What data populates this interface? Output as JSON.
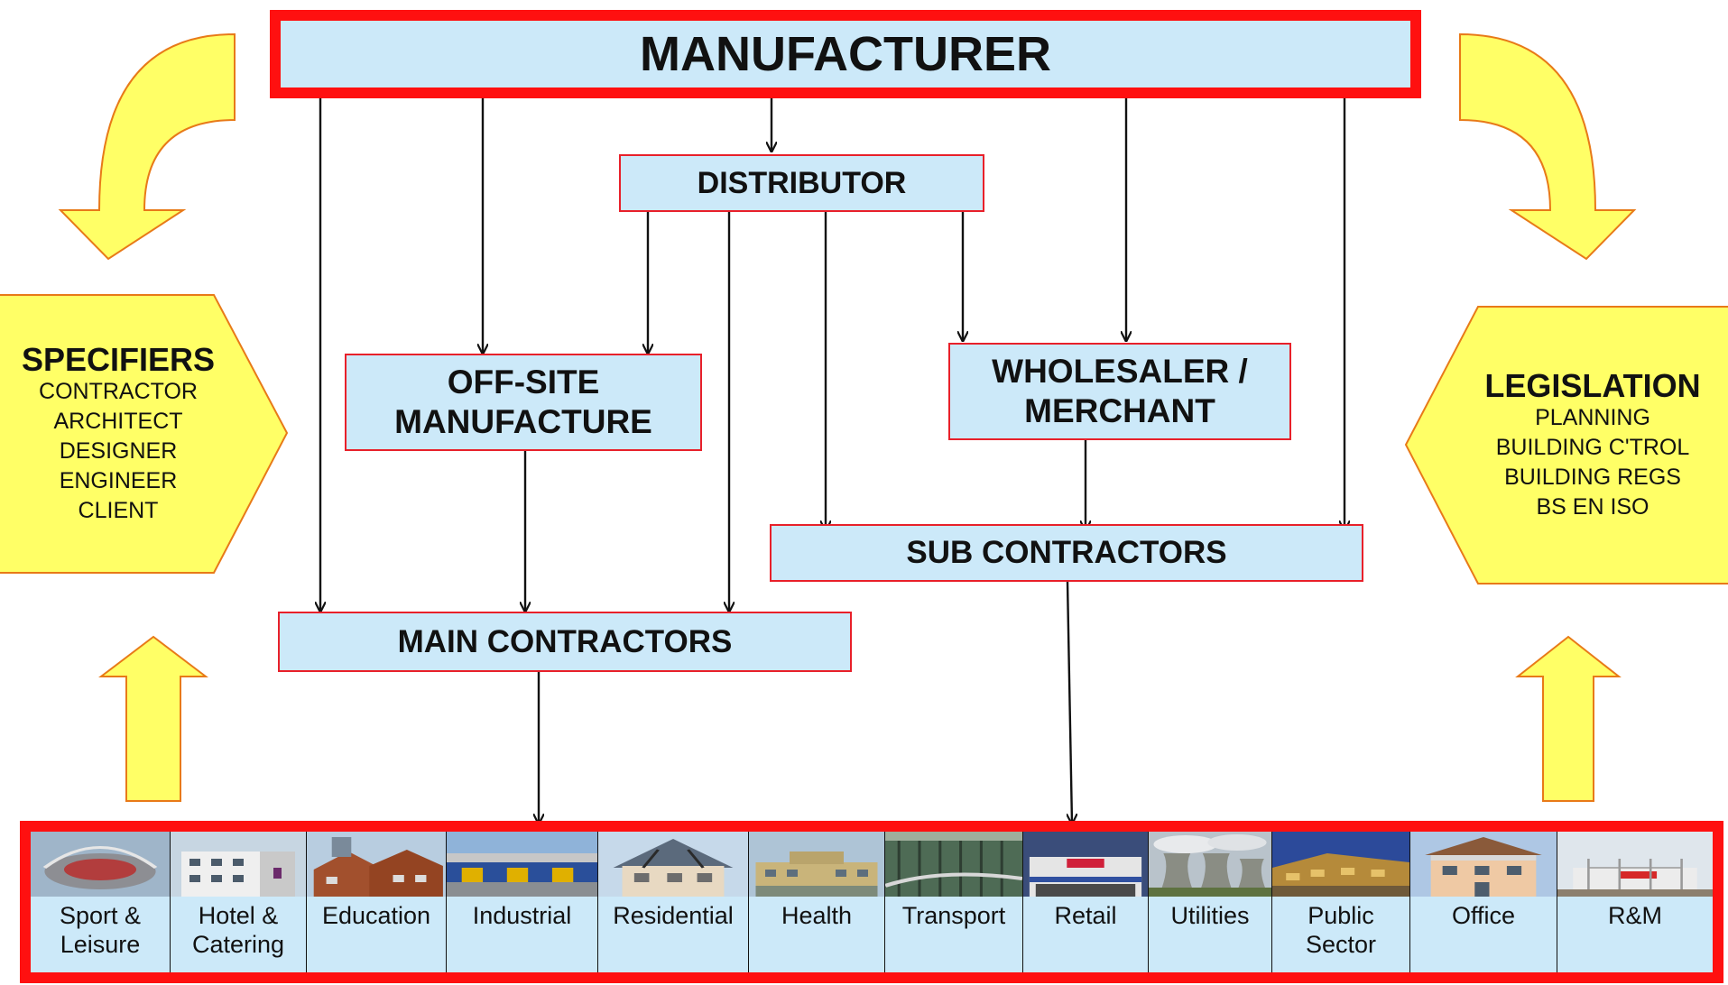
{
  "diagram": {
    "manufacturer": "MANUFACTURER",
    "distributor": "DISTRIBUTOR",
    "offsite": [
      "OFF-SITE",
      "MANUFACTURE"
    ],
    "wholesaler": [
      "WHOLESALER /",
      "MERCHANT"
    ],
    "sub_contractors": "SUB CONTRACTORS",
    "main_contractors": "MAIN CONTRACTORS"
  },
  "specifiers": {
    "title": "SPECIFIERS",
    "items": [
      "CONTRACTOR",
      "ARCHITECT",
      "DESIGNER",
      "ENGINEER",
      "CLIENT"
    ]
  },
  "legislation": {
    "title": "LEGISLATION",
    "items": [
      "PLANNING",
      "BUILDING C'TROL",
      "BUILDING REGS",
      "BS EN ISO"
    ]
  },
  "sectors": [
    {
      "label": [
        "Sport &",
        "Leisure"
      ],
      "icon": "stadium-photo"
    },
    {
      "label": [
        "Hotel &",
        "Catering"
      ],
      "icon": "hotel-photo"
    },
    {
      "label": [
        "Education"
      ],
      "icon": "school-photo"
    },
    {
      "label": [
        "Industrial"
      ],
      "icon": "warehouse-photo"
    },
    {
      "label": [
        "Residential"
      ],
      "icon": "house-photo"
    },
    {
      "label": [
        "Health"
      ],
      "icon": "hospital-photo"
    },
    {
      "label": [
        "Transport"
      ],
      "icon": "station-photo"
    },
    {
      "label": [
        "Retail"
      ],
      "icon": "store-photo"
    },
    {
      "label": [
        "Utilities"
      ],
      "icon": "cooling-towers-photo"
    },
    {
      "label": [
        "Public",
        "Sector"
      ],
      "icon": "civic-building-photo"
    },
    {
      "label": [
        "Office"
      ],
      "icon": "office-photo"
    },
    {
      "label": [
        "R&M"
      ],
      "icon": "repair-photo"
    }
  ],
  "colors": {
    "box_fill": "#cce9f9",
    "box_border": "#e8202a",
    "accent_red": "#ff1010",
    "arrow_yellow": "#ffff66",
    "arrow_outline": "#e87a18"
  }
}
